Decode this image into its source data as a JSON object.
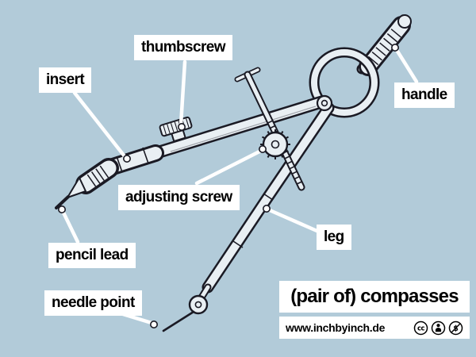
{
  "diagram": {
    "labels": {
      "thumbscrew": "thumbscrew",
      "insert": "insert",
      "handle": "handle",
      "adjusting_screw": "adjusting screw",
      "pencil_lead": "pencil lead",
      "leg": "leg",
      "needle_point": "needle point"
    },
    "title": "(pair of) compasses",
    "footer": {
      "website": "www.inchbyinch.de",
      "license_icons": [
        "cc-icon",
        "attribution-icon",
        "noncommercial-icon"
      ]
    },
    "colors": {
      "background": "#b2cbd9",
      "line": "#1a1a24",
      "fill": "#e9eff3",
      "label_bg": "#ffffff"
    }
  }
}
